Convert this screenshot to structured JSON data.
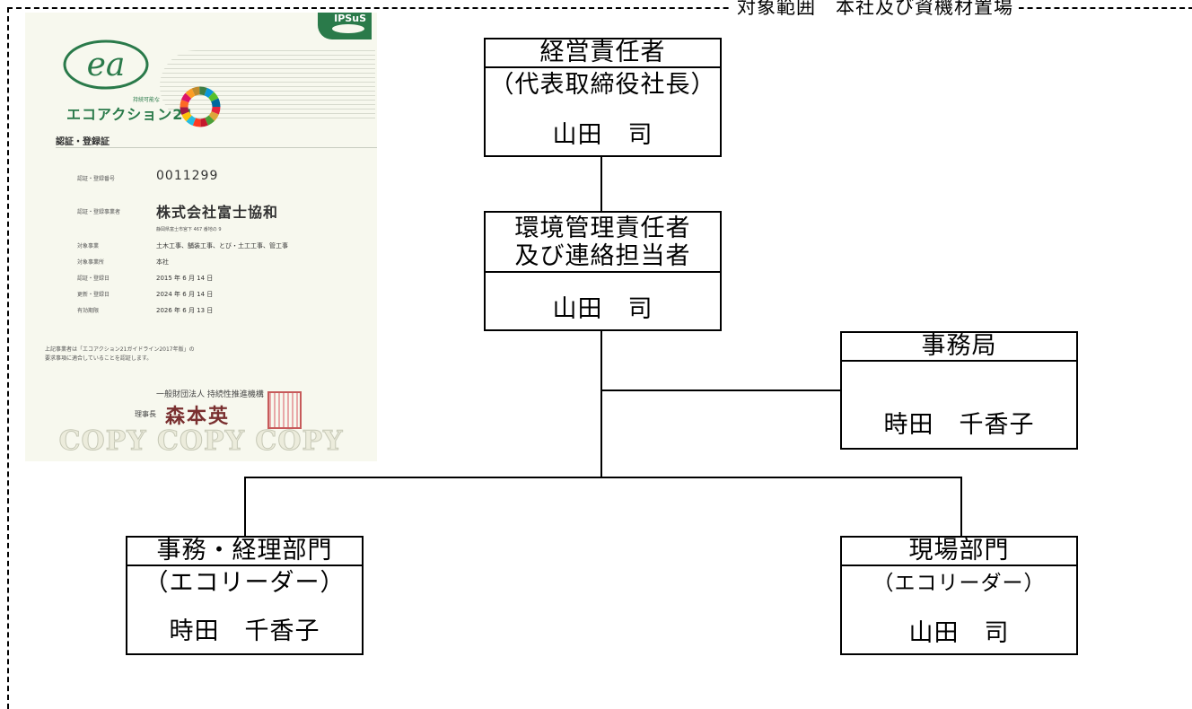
{
  "scope_label": "対象範囲　本社及び資機材置場",
  "certificate": {
    "publisher": "IPSuS",
    "brand_name": "エコアクション21",
    "brand_small": "持続可能な",
    "title": "認証・登録証",
    "fields": [
      {
        "label": "認証・登録番号",
        "value": "0011299"
      },
      {
        "label": "認証・登録事業者",
        "value": "株式会社富士協和"
      },
      {
        "label": "対象事業",
        "value": "土木工事、舗装工事、とび・土工工事、管工事"
      },
      {
        "label": "対象事業所",
        "value": "本社"
      },
      {
        "label": "認証・登録日",
        "value": "2015 年 6 月 14 日"
      },
      {
        "label": "更新・登録日",
        "value": "2024 年 6 月 14 日"
      },
      {
        "label": "有効期限",
        "value": "2026 年 6 月 13 日"
      }
    ],
    "address": "静岡県富士市宮下 467 番地の 9",
    "note_line1": "上記事業者は「エコアクション21ガイドライン2017年版」の",
    "note_line2": "要求事項に適合していることを認証します。",
    "org": "一般財団法人 持続性推進機構",
    "chair_label": "理事長",
    "signature": "森本英",
    "watermark": "COPY COPY COPY"
  },
  "org_chart": {
    "top": {
      "title": "経営責任者",
      "subtitle": "（代表取締役社長）",
      "person": "山田　司"
    },
    "env": {
      "title_line1": "環境管理責任者",
      "title_line2": "及び連絡担当者",
      "person": "山田　司"
    },
    "office": {
      "title": "事務局",
      "person": "時田　千香子"
    },
    "admin": {
      "title": "事務・経理部門",
      "subtitle": "（エコリーダー）",
      "person": "時田　千香子"
    },
    "site": {
      "title": "現場部門",
      "subtitle": "（エコリーダー）",
      "person": "山田　司"
    }
  }
}
